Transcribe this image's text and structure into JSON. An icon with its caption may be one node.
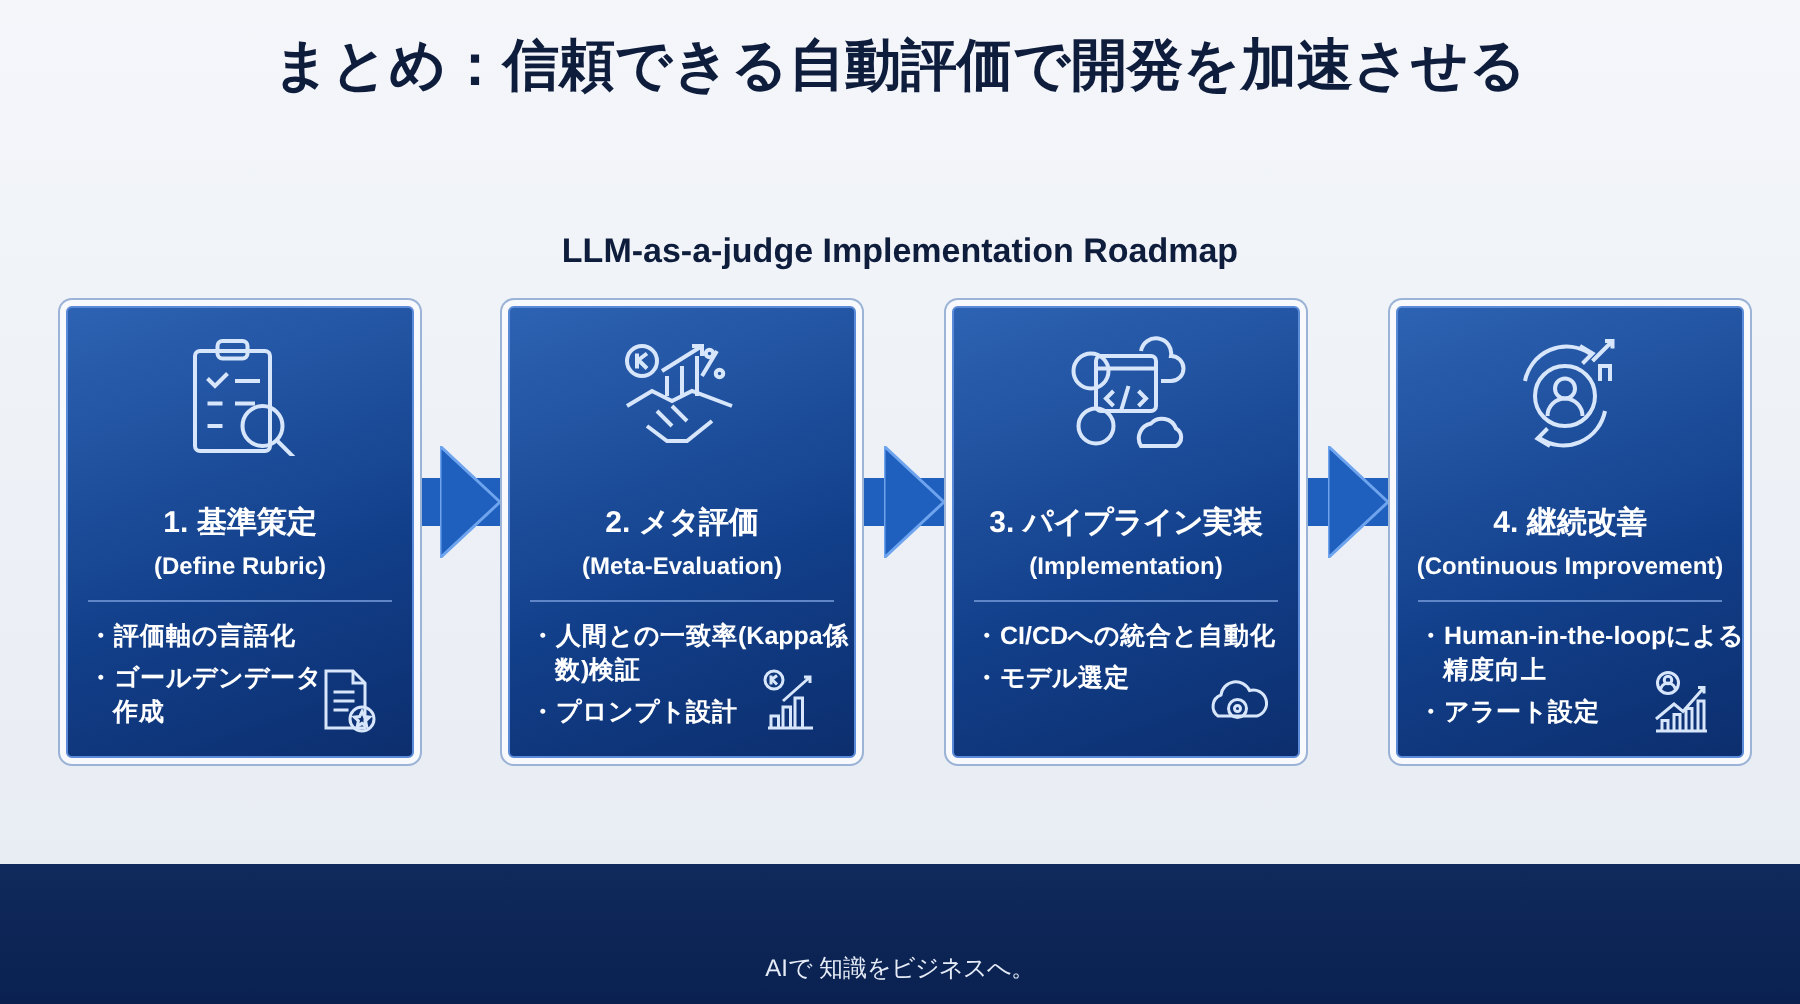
{
  "diagram": {
    "title": "まとめ：信頼できる自動評価で開発を加速させる",
    "nodes": [
      {
        "text": [
          "1. 基準策定",
          "(Define Rubric)",
          "・評価軸の言語化",
          "・ゴールデンデータ作成"
        ]
      },
      {
        "text": [
          "2. メタ評価",
          "(Meta-Evaluation)",
          "・人間との一致率(Kappa係数)検証",
          "・プロンプト設計"
        ]
      },
      {
        "text": [
          "3. パイプライン実装",
          "(Implementation)",
          "・CI/CDへの統合と自動化",
          "・モデル選定"
        ]
      },
      {
        "text": [
          "4. 継続改善",
          "(Continuous Improvement)",
          "・Human-in-the-loopによる精度向上",
          "・アラート設定"
        ]
      }
    ],
    "edges": [
      {
        "from": 0,
        "to": 1,
        "arrow": "to"
      },
      {
        "from": 1,
        "to": 2,
        "arrow": "to"
      },
      {
        "from": 2,
        "to": 3,
        "arrow": "to"
      }
    ],
    "labels": [
      "LLM-as-a-judge Implementation Roadmap",
      "AIで 知識をビジネスへ。"
    ]
  }
}
